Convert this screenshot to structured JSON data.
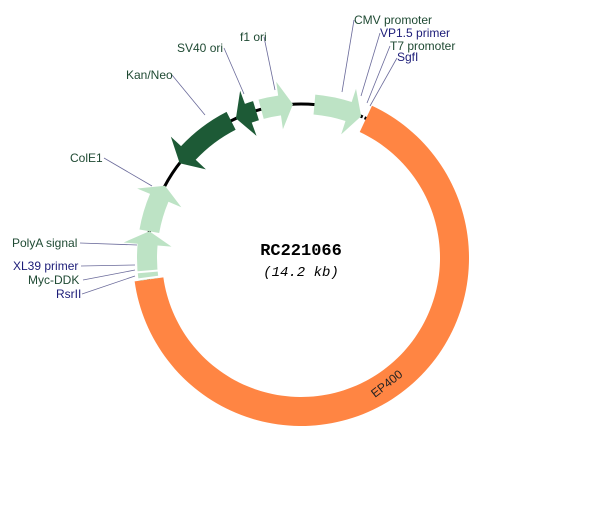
{
  "plasmid": {
    "name": "RC221066",
    "size": "(14.2 kb)"
  },
  "colors": {
    "insert": "#ff8543",
    "feature_light": "#bde3c5",
    "feature_dark": "#1d5a36",
    "backbone": "#000000",
    "feature_text": "#1f4a33",
    "site_text": "#1c1c78"
  },
  "insert": {
    "label": "EP400"
  },
  "features": [
    {
      "label": "CMV promoter",
      "type": "feature"
    },
    {
      "label": "f1 ori",
      "type": "feature"
    },
    {
      "label": "SV40 ori",
      "type": "feature"
    },
    {
      "label": "Kan/Neo",
      "type": "feature"
    },
    {
      "label": "ColE1",
      "type": "feature"
    },
    {
      "label": "PolyA signal",
      "type": "feature"
    }
  ],
  "sites": [
    {
      "label": "VP1.5 primer",
      "type": "primer"
    },
    {
      "label": "T7 promoter",
      "type": "feature"
    },
    {
      "label": "SgfI",
      "type": "site"
    },
    {
      "label": "XL39 primer",
      "type": "primer"
    },
    {
      "label": "Myc-DDK",
      "type": "feature"
    },
    {
      "label": "RsrII",
      "type": "site"
    }
  ]
}
